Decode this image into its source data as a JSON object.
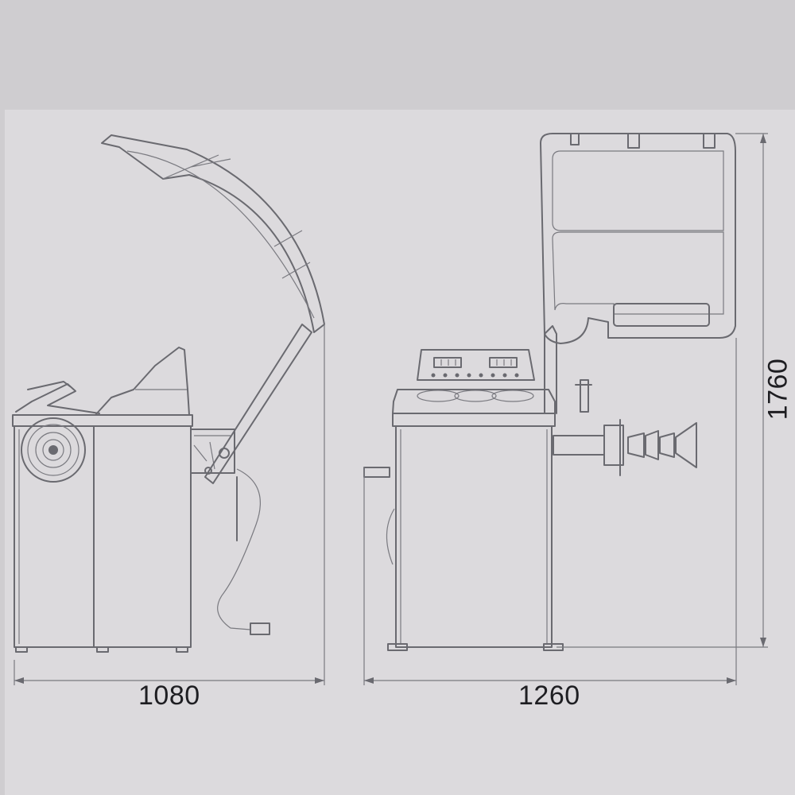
{
  "dimensions": {
    "width_left": "1080",
    "width_right": "1260",
    "height": "1760"
  },
  "colors": {
    "page_background": "#cfcdd0",
    "sheet_background": "#dcdadd",
    "line": "#6a6a70",
    "text": "#1e1e22"
  }
}
